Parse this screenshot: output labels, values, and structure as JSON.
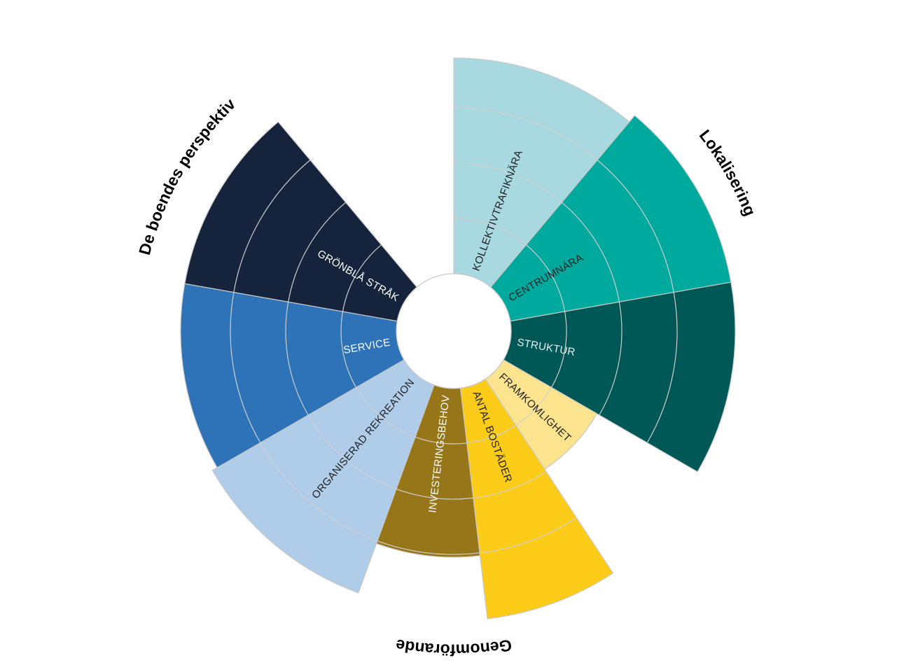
{
  "chart_data": {
    "type": "polar-area",
    "scale_max": 4,
    "rings": [
      1,
      2,
      3
    ],
    "groups": [
      {
        "name": "Lokalisering",
        "start": 0,
        "end": 120
      },
      {
        "name": "Genomförande",
        "start": 120,
        "end": 240
      },
      {
        "name": "De boendes perspektiv",
        "start": 240,
        "end": 360
      }
    ],
    "segments": [
      {
        "label": "KOLLEKTIVTRAFIKNÄRA",
        "value": 3.9,
        "start": 0,
        "end": 40,
        "color": "#a8d8e0",
        "text": "#222222"
      },
      {
        "label": "CENTRUMNÄRA",
        "value": 4.05,
        "start": 40,
        "end": 80,
        "color": "#00a99d",
        "text": "#222222"
      },
      {
        "label": "STRUKTUR",
        "value": 4.05,
        "start": 80,
        "end": 120,
        "color": "#005856",
        "text": "#e6f2f1"
      },
      {
        "label": "FRAMKOMLIGHET",
        "value": 1.95,
        "start": 120,
        "end": 146.67,
        "color": "#fce48f",
        "text": "#222222"
      },
      {
        "label": "ANTAL BOSTÄDER",
        "value": 4.2,
        "start": 146.67,
        "end": 173.33,
        "color": "#fdcc18",
        "text": "#222222"
      },
      {
        "label": "INVESTERINGSBEHOV",
        "value": 3.05,
        "start": 173.33,
        "end": 200,
        "color": "#977619",
        "text": "#ffffff"
      },
      {
        "label": "ORGANISERAD REKREATION",
        "value": 4.0,
        "start": 200,
        "end": 240,
        "color": "#afcce9",
        "text": "#222222"
      },
      {
        "label": "SERVICE",
        "value": 3.9,
        "start": 240,
        "end": 280,
        "color": "#2e73b8",
        "text": "#ffffff"
      },
      {
        "label": "GRÖNBLÅ STRÅK",
        "value": 3.9,
        "start": 280,
        "end": 320,
        "color": "#15243c",
        "text": "#ffffff"
      }
    ]
  }
}
